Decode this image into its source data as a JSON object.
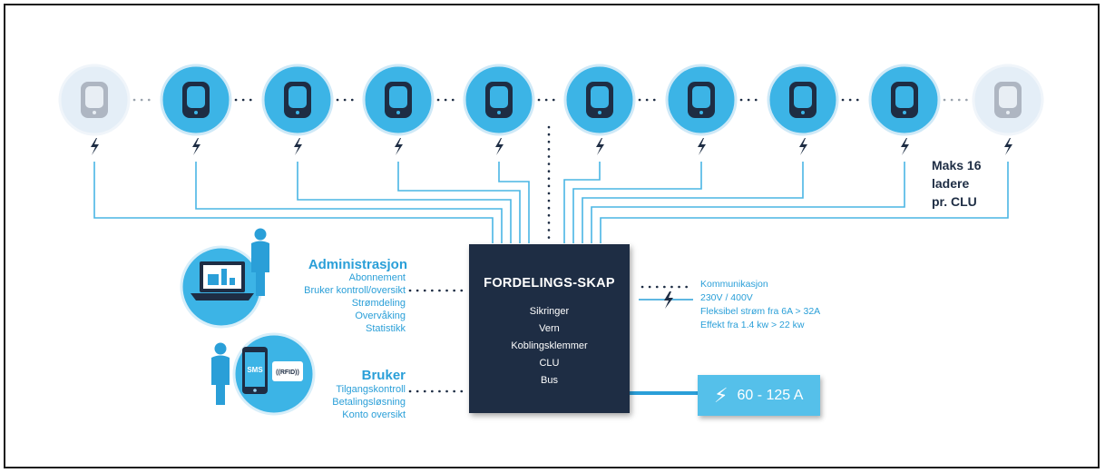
{
  "chargers": [
    {
      "id": "c1",
      "state": "inactive"
    },
    {
      "id": "c2",
      "state": "active"
    },
    {
      "id": "c3",
      "state": "active"
    },
    {
      "id": "c4",
      "state": "active"
    },
    {
      "id": "c5",
      "state": "active"
    },
    {
      "id": "c6",
      "state": "active"
    },
    {
      "id": "c7",
      "state": "active"
    },
    {
      "id": "c8",
      "state": "active"
    },
    {
      "id": "c9",
      "state": "active"
    },
    {
      "id": "c10",
      "state": "inactive"
    }
  ],
  "colors": {
    "navy": "#1e2d44",
    "blue": "#2a9fd8",
    "circle_active": "#3cb4e6",
    "circle_inactive": "#e4eef7",
    "line": "#4ab6e4",
    "dots_gray": "#9aa3ad",
    "dots_navy": "#1e2d44",
    "amp_box": "#55c0ea"
  },
  "capacity_note": {
    "lines": [
      "Maks 16",
      "ladere",
      "pr. CLU"
    ]
  },
  "cabinet": {
    "title": "FORDELINGS-SKAP",
    "items": [
      "Sikringer",
      "Vern",
      "Koblingsklemmer",
      "CLU",
      "Bus"
    ]
  },
  "admin": {
    "title": "Administrasjon",
    "items": [
      "Abonnement",
      "Bruker kontroll/oversikt",
      "Strømdeling",
      "Overvåking",
      "Statistikk"
    ],
    "icon": "laptop-admin-icon"
  },
  "user": {
    "title": "Bruker",
    "items": [
      "Tilgangskontroll",
      "Betalingsløsning",
      "Konto oversikt"
    ],
    "icon": "phone-rfid-icon",
    "sms_label": "SMS",
    "rfid_label": "RFID"
  },
  "specs": {
    "items": [
      "Kommunikasjon",
      "230V / 400V",
      "Fleksibel strøm fra 6A > 32A",
      "Effekt fra 1.4 kw > 22 kw"
    ]
  },
  "power": {
    "label": "60 - 125 A",
    "icon": "lightning-icon"
  }
}
